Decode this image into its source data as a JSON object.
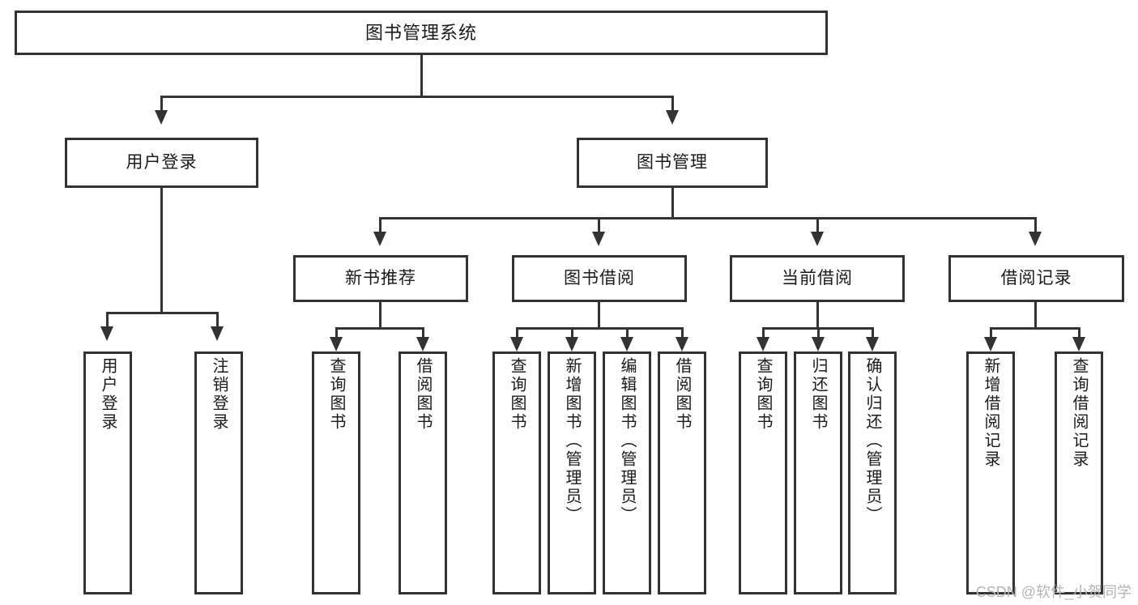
{
  "diagram": {
    "title": "图书管理系统",
    "watermark": "CSDN @软件_小贺同学",
    "colors": {
      "stroke": "#333333",
      "box_fill": "#ffffff",
      "text": "#1a1a1a",
      "watermark": "#b4b4b4",
      "background": "#ffffff"
    }
  },
  "root": {
    "label": "图书管理系统"
  },
  "level2": {
    "user_login": {
      "label": "用户登录"
    },
    "book_manage": {
      "label": "图书管理"
    }
  },
  "level3": {
    "new_book_recommend": {
      "label": "新书推荐"
    },
    "book_borrow": {
      "label": "图书借阅"
    },
    "current_borrow": {
      "label": "当前借阅"
    },
    "borrow_record": {
      "label": "借阅记录"
    }
  },
  "leaves": {
    "user_login": [
      {
        "label": "用户登录"
      },
      {
        "label": "注销登录"
      }
    ],
    "new_book_recommend": [
      {
        "label": "查询图书"
      },
      {
        "label": "借阅图书"
      }
    ],
    "book_borrow": [
      {
        "label": "查询图书"
      },
      {
        "label": "新增图书（管理员）"
      },
      {
        "label": "编辑图书（管理员）"
      },
      {
        "label": "借阅图书"
      }
    ],
    "current_borrow": [
      {
        "label": "查询图书"
      },
      {
        "label": "归还图书"
      },
      {
        "label": "确认归还（管理员）"
      }
    ],
    "borrow_record": [
      {
        "label": "新增借阅记录"
      },
      {
        "label": "查询借阅记录"
      }
    ]
  }
}
